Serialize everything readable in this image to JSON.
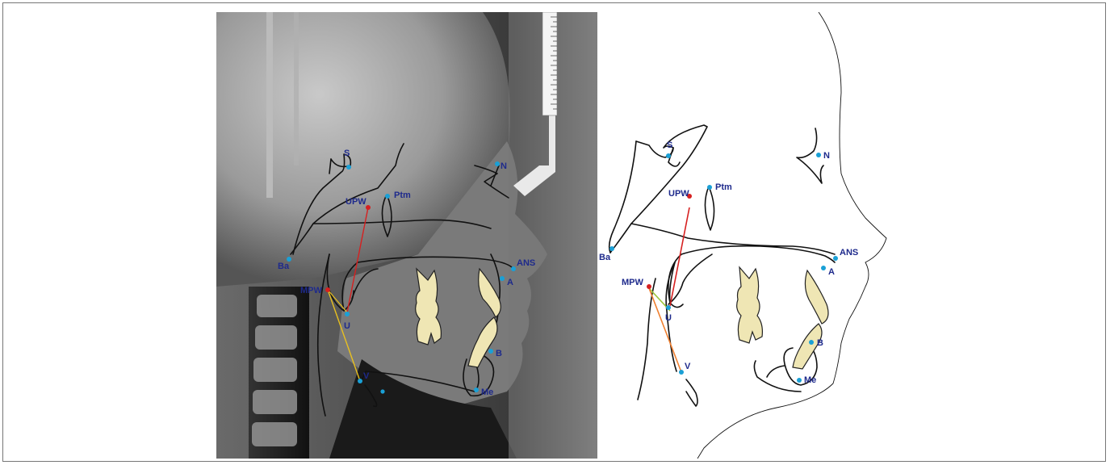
{
  "figure": {
    "landmarks": {
      "S": "S",
      "N": "N",
      "Ptm": "Ptm",
      "UPW": "UPW",
      "Ba": "Ba",
      "ANS": "ANS",
      "A": "A",
      "MPW": "MPW",
      "U": "U",
      "B": "B",
      "V": "V",
      "Me": "Me"
    },
    "measurement_colors": {
      "upw_to_u": "#d62020",
      "mpw_to_u": "#9bc43a",
      "mpw_to_v_xray": "#e8c020",
      "mpw_to_v_tracing": "#f08030"
    },
    "ruler_visible": true
  }
}
